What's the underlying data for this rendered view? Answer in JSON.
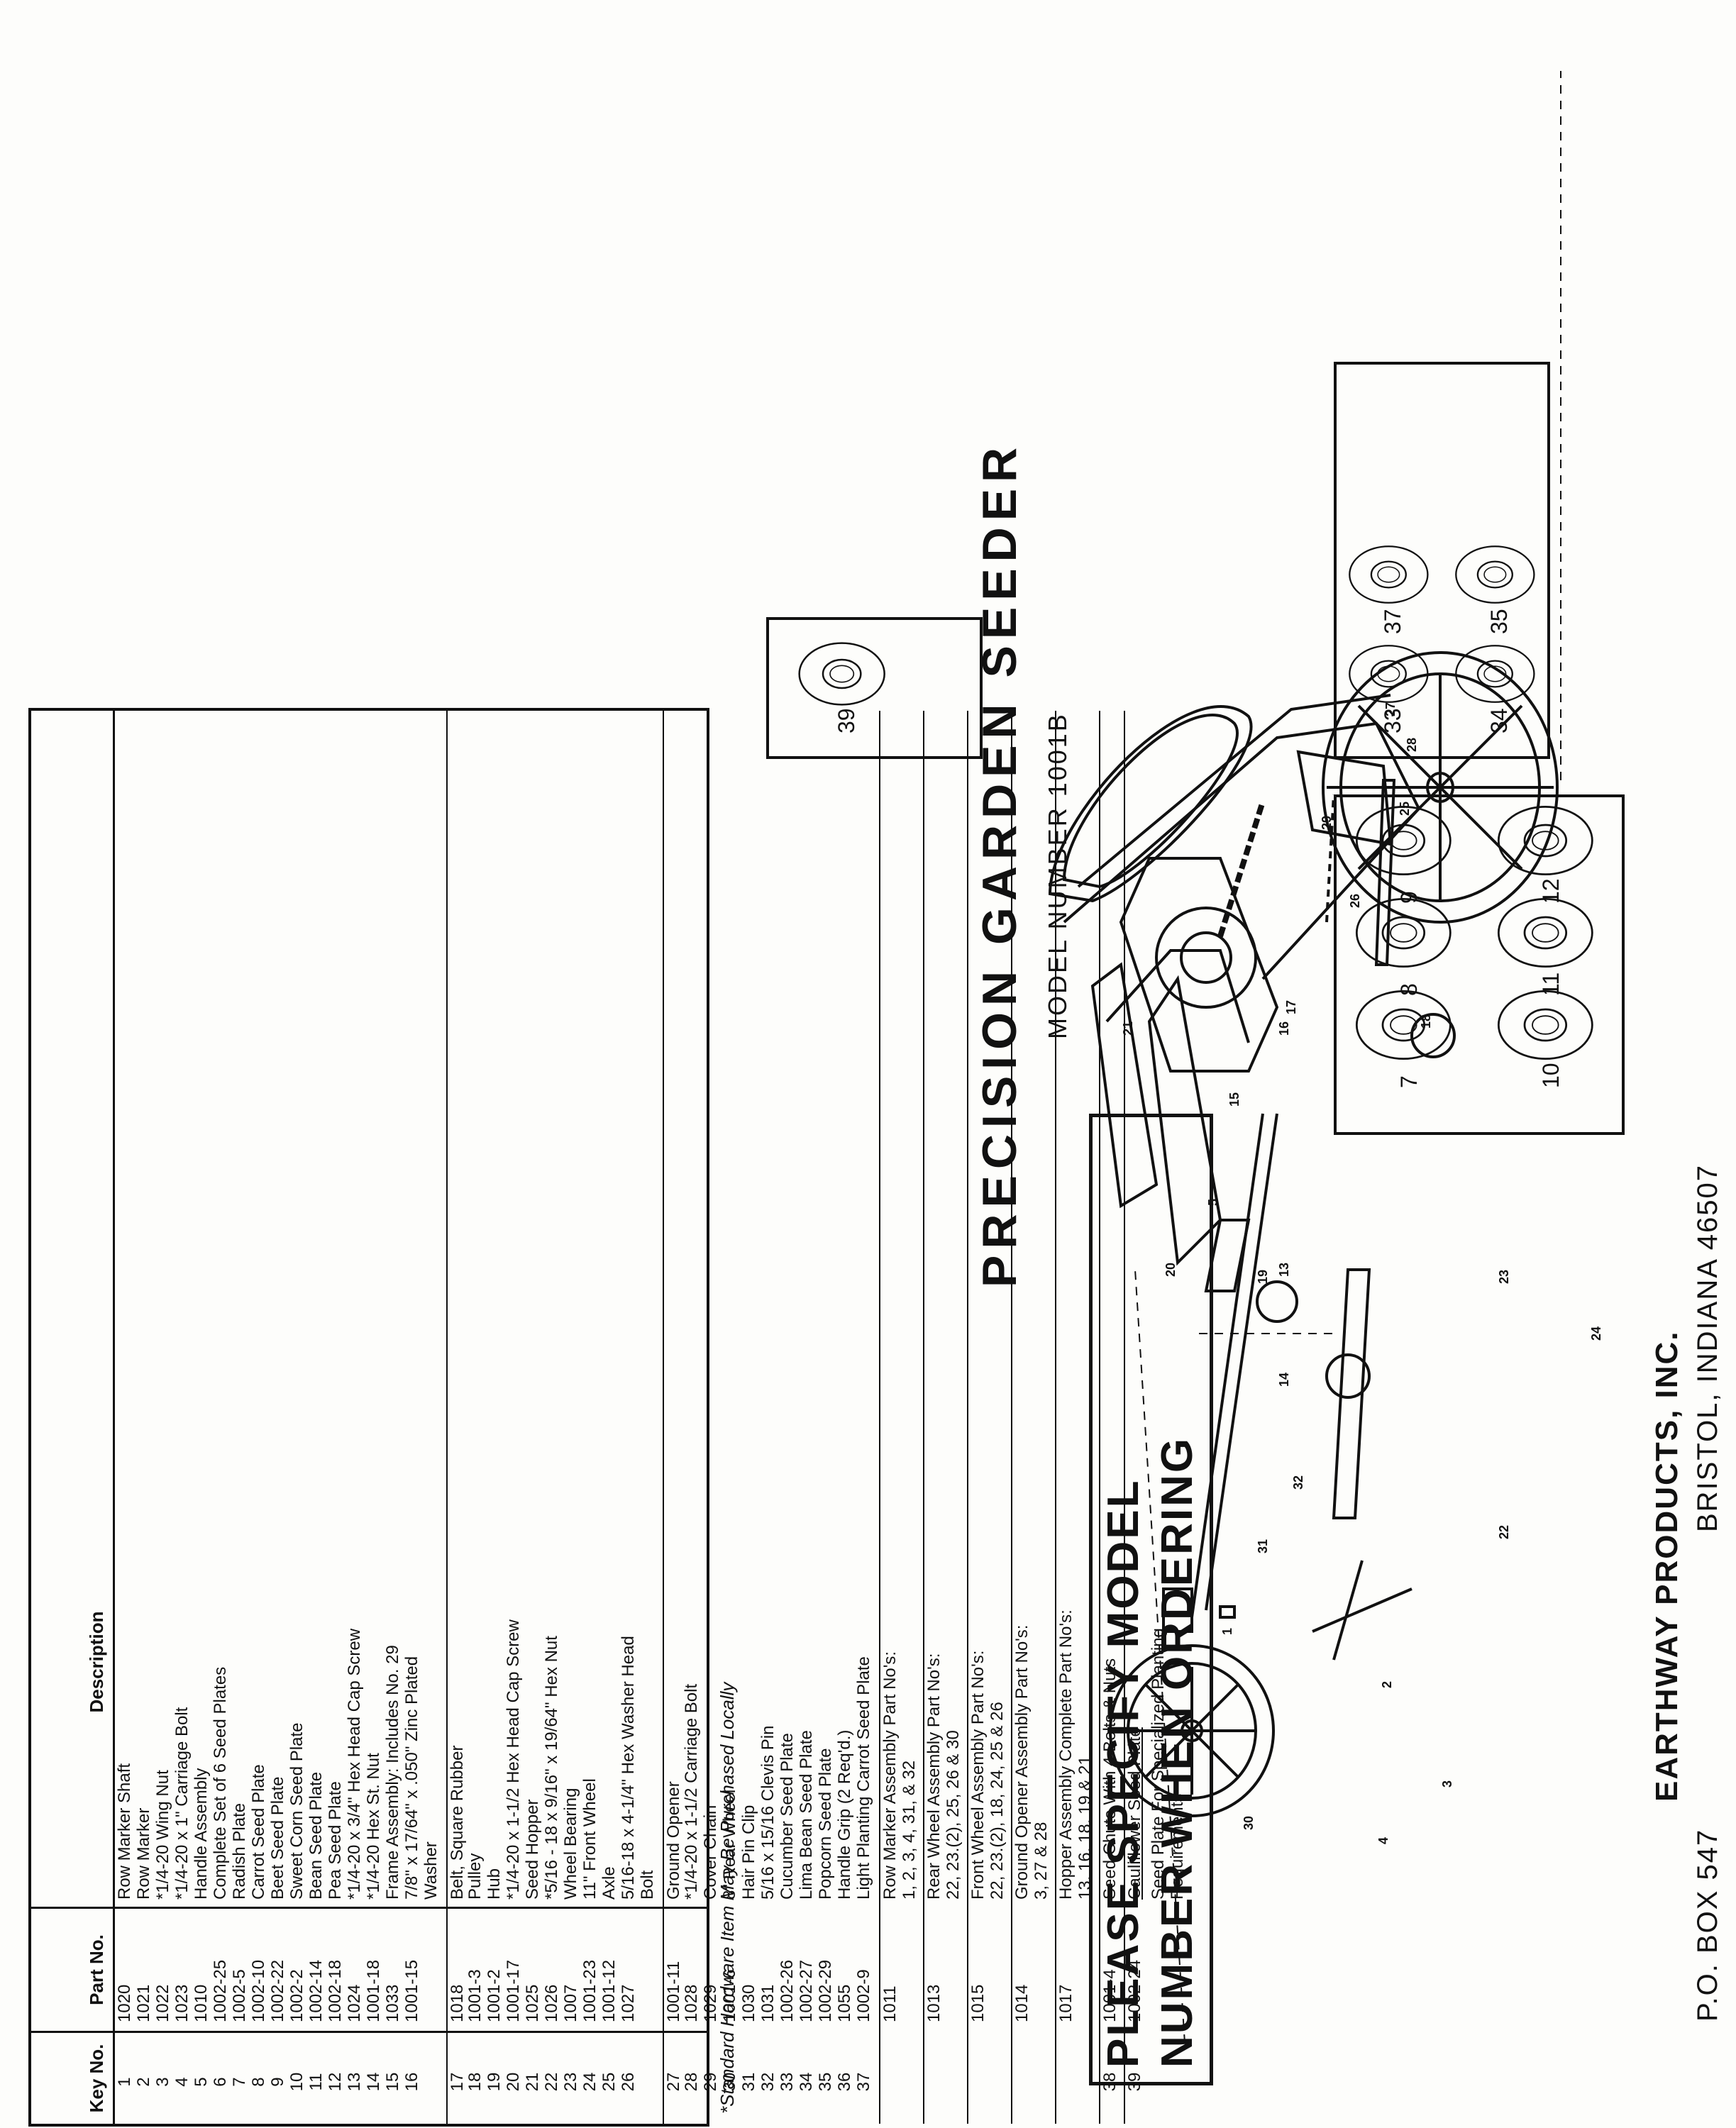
{
  "header": {
    "title": "PRECISION GARDEN SEEDER",
    "model": "MODEL NUMBER 1001B",
    "specify_line1": "PLEASE  SPECIFY  MODEL",
    "specify_line2": "NUMBER WHEN ORDERING"
  },
  "table": {
    "col_key": "Key No.",
    "col_part": "Part No.",
    "col_desc": "Description",
    "rows": [
      {
        "key": "1",
        "part": "1020",
        "desc": "Row Marker Shaft"
      },
      {
        "key": "2",
        "part": "1021",
        "desc": "Row Marker"
      },
      {
        "key": "3",
        "part": "1022",
        "desc": "*1/4-20 Wing Nut"
      },
      {
        "key": "4",
        "part": "1023",
        "desc": "*1/4-20 x 1\" Carriage Bolt"
      },
      {
        "key": "5",
        "part": "1010",
        "desc": "Handle Assembly"
      },
      {
        "key": "6",
        "part": "1002-25",
        "desc": "Complete Set of 6 Seed Plates"
      },
      {
        "key": "7",
        "part": "1002-5",
        "desc": "Radish Plate"
      },
      {
        "key": "8",
        "part": "1002-10",
        "desc": "Carrot Seed Plate"
      },
      {
        "key": "9",
        "part": "1002-22",
        "desc": "Beet Seed Plate"
      },
      {
        "key": "10",
        "part": "1002-2",
        "desc": "Sweet Corn Seed Plate"
      },
      {
        "key": "11",
        "part": "1002-14",
        "desc": "Bean Seed Plate"
      },
      {
        "key": "12",
        "part": "1002-18",
        "desc": "Pea Seed Plate"
      },
      {
        "key": "13",
        "part": "1024",
        "desc": "*1/4-20 x 3/4\" Hex Head Cap Screw"
      },
      {
        "key": "14",
        "part": "1001-18",
        "desc": "*1/4-20 Hex St. Nut"
      },
      {
        "key": "15",
        "part": "1033",
        "desc": "Frame Assembly: Includes No. 29"
      },
      {
        "key": "16",
        "part": "1001-15",
        "desc": "7/8\" x 17/64\" x .050\" Zinc Plated\n      Washer"
      },
      {
        "key": "17",
        "part": "1018",
        "desc": "Belt, Square Rubber"
      },
      {
        "key": "18",
        "part": "1001-3",
        "desc": "Pulley"
      },
      {
        "key": "19",
        "part": "1001-2",
        "desc": "Hub"
      },
      {
        "key": "20",
        "part": "1001-17",
        "desc": "*1/4-20 x 1-1/2 Hex Head Cap Screw"
      },
      {
        "key": "21",
        "part": "1025",
        "desc": "Seed Hopper"
      },
      {
        "key": "22",
        "part": "1026",
        "desc": "*5/16 - 18 x 9/16\" x 19/64\" Hex Nut"
      },
      {
        "key": "23",
        "part": "1007",
        "desc": "Wheel Bearing"
      },
      {
        "key": "24",
        "part": "1001-23",
        "desc": "11\" Front Wheel"
      },
      {
        "key": "25",
        "part": "1001-12",
        "desc": "Axle"
      },
      {
        "key": "26",
        "part": "1027",
        "desc": "5/16-18 x 4-1/4\" Hex Washer Head\n      Bolt"
      },
      {
        "key": "27",
        "part": "1001-11",
        "desc": "Ground Opener"
      },
      {
        "key": "28",
        "part": "1028",
        "desc": "*1/4-20 x 1-1/2 Carriage Bolt"
      },
      {
        "key": "29",
        "part": "1029",
        "desc": "Cover Chain"
      },
      {
        "key": "30",
        "part": "1001-6",
        "desc": "8\" Rear Wheel"
      },
      {
        "key": "31",
        "part": "1030",
        "desc": "Hair Pin Clip"
      },
      {
        "key": "32",
        "part": "1031",
        "desc": "5/16 x 15/16 Clevis Pin"
      },
      {
        "key": "33",
        "part": "1002-26",
        "desc": "Cucumber Seed Plate"
      },
      {
        "key": "34",
        "part": "1002-27",
        "desc": "Lima Bean Seed Plate"
      },
      {
        "key": "35",
        "part": "1002-29",
        "desc": "Popcorn Seed Plate"
      },
      {
        "key": "36",
        "part": "1055",
        "desc": "Handle Grip (2 Req'd.)"
      },
      {
        "key": "37",
        "part": "1002-9",
        "desc": "Light Planting Carrot Seed Plate"
      },
      {
        "key": "",
        "part": "1011",
        "desc": "Row Marker Assembly Part No's:\n      1, 2, 3, 4, 31, & 32"
      },
      {
        "key": "",
        "part": "1013",
        "desc": "Rear Wheel Assembly Part No's:\n      22, 23.(2), 25, 26 & 30"
      },
      {
        "key": "",
        "part": "1015",
        "desc": "Front Wheel Assembly Part No's:\n      22, 23.(2), 18, 24, 25 & 26"
      },
      {
        "key": "",
        "part": "1014",
        "desc": "Ground Opener Assembly Part No's:\n      3, 27 & 28"
      },
      {
        "key": "",
        "part": "1017",
        "desc": "Hopper Assembly Complete Part No's:\n      13, 16, 18, 19 & 21"
      },
      {
        "key": "38",
        "part": "1001-4",
        "desc": "Seed Chute With 4 Bolts & Nuts"
      },
      {
        "key": "39",
        "part": "1002-24",
        "desc": "Cauliflower Seed Plate"
      },
      {
        "key": "",
        "part": "",
        "desc": "Seed Plate For Specialized Planting\n      Requirements"
      }
    ],
    "note": "*Standard Hardware Item May Be Purchased Locally"
  },
  "plates": {
    "group1": [
      "7",
      "8",
      "9",
      "10",
      "11",
      "12"
    ],
    "group2": [
      "33",
      "37",
      "34",
      "35"
    ],
    "group3": [
      "39"
    ]
  },
  "callouts": [
    "1",
    "2",
    "3",
    "4",
    "5",
    "13",
    "14",
    "15",
    "16",
    "17",
    "18",
    "19",
    "20",
    "21",
    "22",
    "23",
    "24",
    "25",
    "26",
    "27",
    "28",
    "29",
    "30",
    "31",
    "32"
  ],
  "footer": {
    "company": "EARTHWAY PRODUCTS, INC.",
    "pobox": "P.O. BOX 547",
    "city": "BRISTOL, INDIANA 46507"
  }
}
